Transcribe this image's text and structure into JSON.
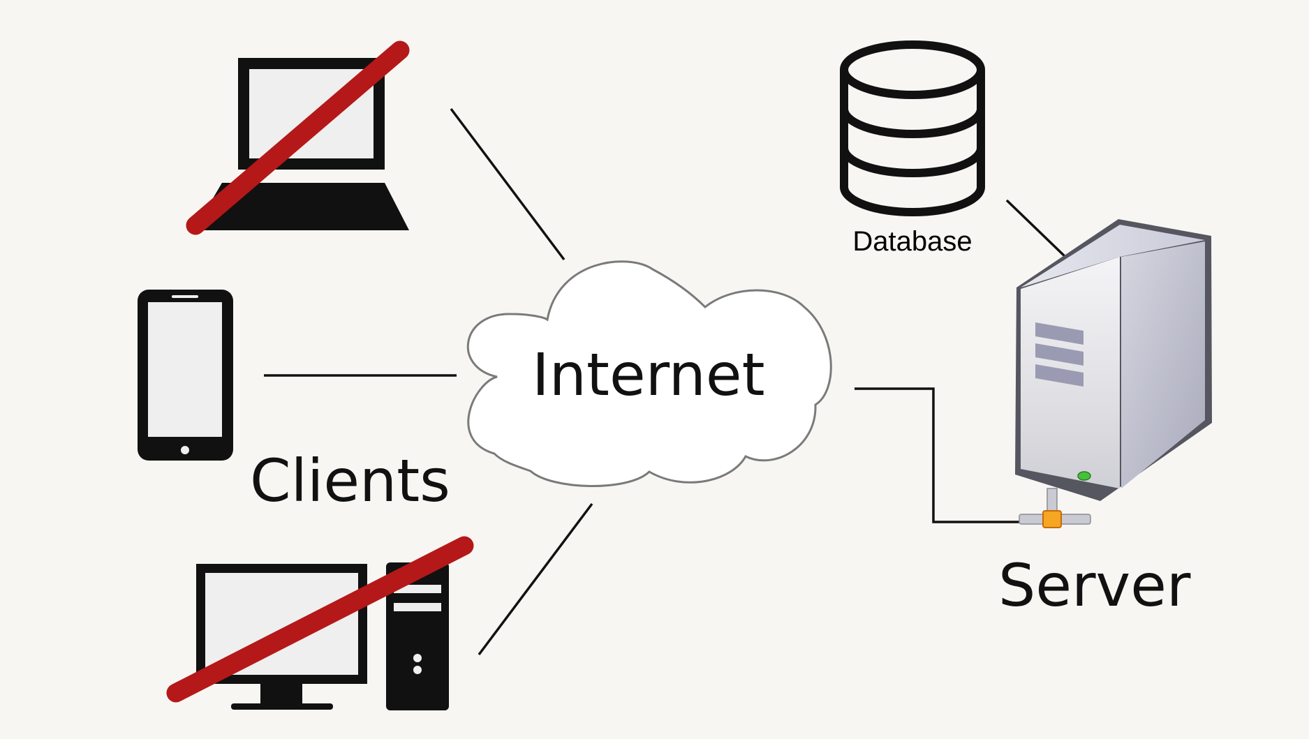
{
  "labels": {
    "internet": "Internet",
    "clients": "Clients",
    "server": "Server",
    "database": "Database"
  },
  "clients": [
    {
      "name": "laptop",
      "crossed_out": true
    },
    {
      "name": "smartphone",
      "crossed_out": false
    },
    {
      "name": "desktop-computer",
      "crossed_out": true
    }
  ],
  "colors": {
    "background": "#f7f6f3",
    "strike": "#b51818",
    "icon": "#111111",
    "cloud_stroke": "#7a7a7a",
    "server_led": "#44c23a",
    "connector": "#f5a623"
  }
}
